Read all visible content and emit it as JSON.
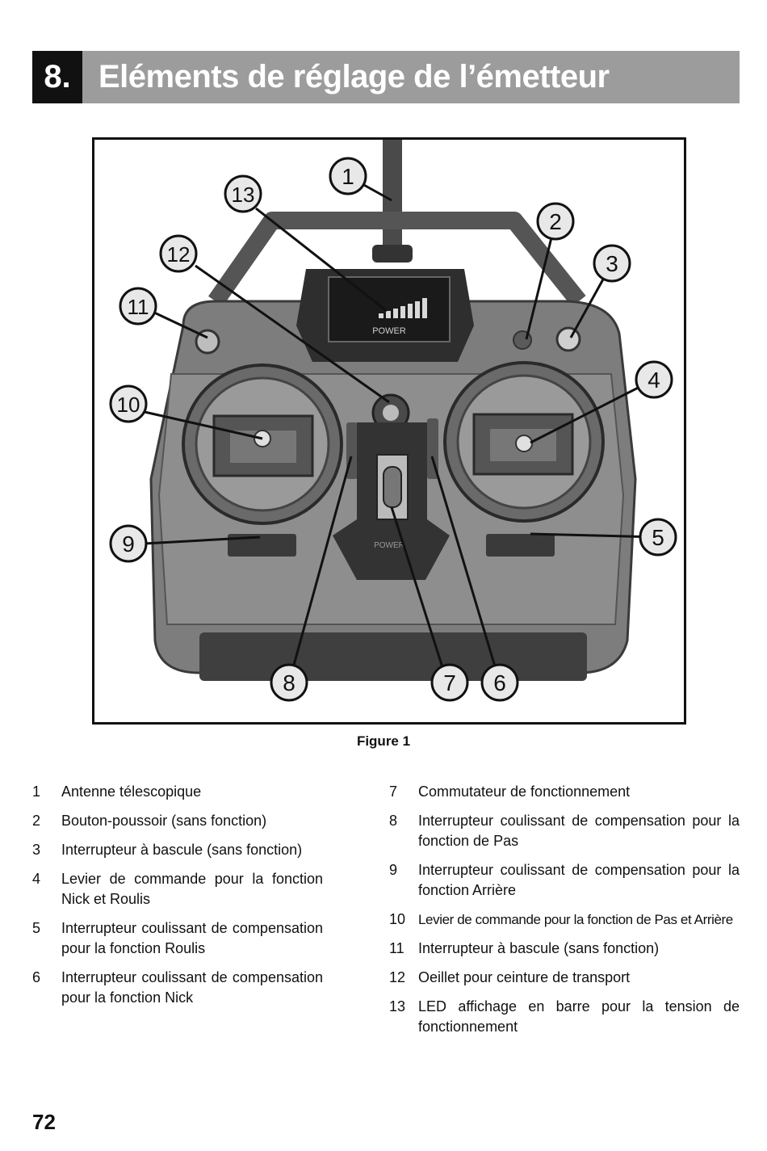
{
  "header": {
    "number": "8.",
    "title": "Eléments de réglage de l’émetteur"
  },
  "figure": {
    "caption": "Figure 1",
    "display_text": "POWER",
    "switch_label": "POWER",
    "callouts": [
      "1",
      "2",
      "3",
      "4",
      "5",
      "6",
      "7",
      "8",
      "9",
      "10",
      "11",
      "12",
      "13"
    ]
  },
  "legend_left": [
    {
      "n": "1",
      "text": "Antenne télescopique"
    },
    {
      "n": "2",
      "text": "Bouton-poussoir (sans fonction)"
    },
    {
      "n": "3",
      "text": "Interrupteur à bascule (sans fonction)"
    },
    {
      "n": "4",
      "text": "Levier de commande pour la fonction Nick et Roulis"
    },
    {
      "n": "5",
      "text": "Interrupteur coulissant de compensation pour la fonction Roulis"
    },
    {
      "n": "6",
      "text": "Interrupteur coulissant de compensation pour la fonction Nick"
    }
  ],
  "legend_right": [
    {
      "n": "7",
      "text": "Commutateur de fonctionnement"
    },
    {
      "n": "8",
      "text": "Interrupteur coulissant de compensation pour la fonction de Pas"
    },
    {
      "n": "9",
      "text": "Interrupteur coulissant de compensation pour la fonction Arrière"
    },
    {
      "n": "10",
      "text": "Levier de commande pour la fonction de Pas et Arrière"
    },
    {
      "n": "11",
      "text": "Interrupteur à bascule (sans fonction)"
    },
    {
      "n": "12",
      "text": "Oeillet pour ceinture de transport"
    },
    {
      "n": "13",
      "text": "LED affichage en barre pour la tension de fonctionnement"
    }
  ],
  "page_number": "72"
}
